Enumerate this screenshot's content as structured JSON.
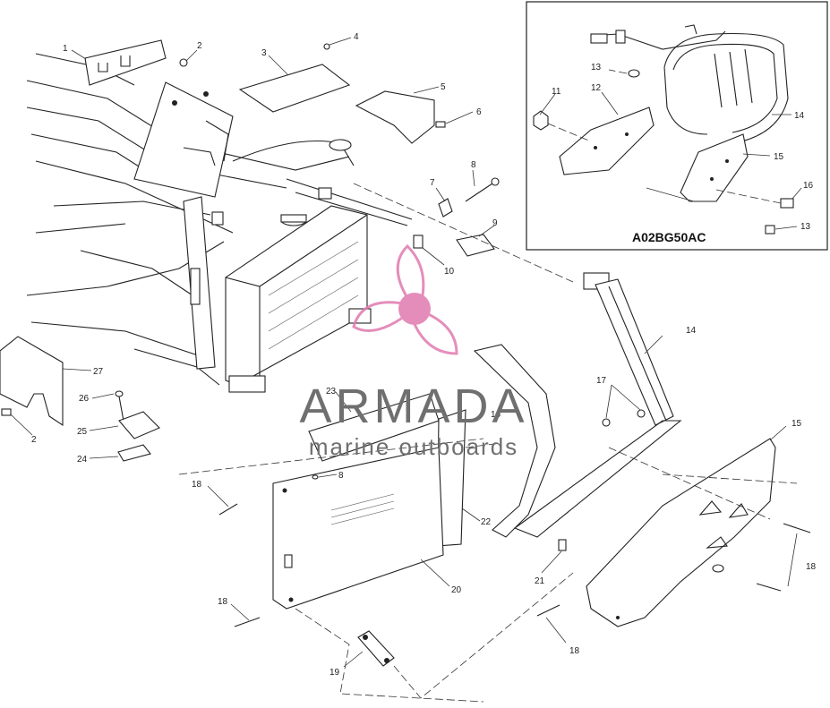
{
  "diagram": {
    "inset_code": "A02BG50AC",
    "callouts": {
      "c1": "1",
      "c2a": "2",
      "c2b": "2",
      "c3": "3",
      "c4": "4",
      "c5": "5",
      "c6": "6",
      "c7": "7",
      "c8a": "8",
      "c8b": "8",
      "c9": "9",
      "c10": "10",
      "c14": "14",
      "c15": "15",
      "c16": "16",
      "c17": "17",
      "c18a": "18",
      "c18b": "18",
      "c18c": "18",
      "c18d": "18",
      "c19": "19",
      "c20": "20",
      "c21": "21",
      "c22": "22",
      "c23": "23",
      "c24": "24",
      "c25": "25",
      "c26": "26",
      "c27": "27",
      "i11": "11",
      "i12": "12",
      "i13a": "13",
      "i13b": "13",
      "i14": "14",
      "i15": "15",
      "i16": "16"
    }
  },
  "watermark": {
    "brand": "ARMADA",
    "tagline": "marine outboards",
    "logo_color": "#e07ab0",
    "text_color": "#6f6f6f"
  }
}
